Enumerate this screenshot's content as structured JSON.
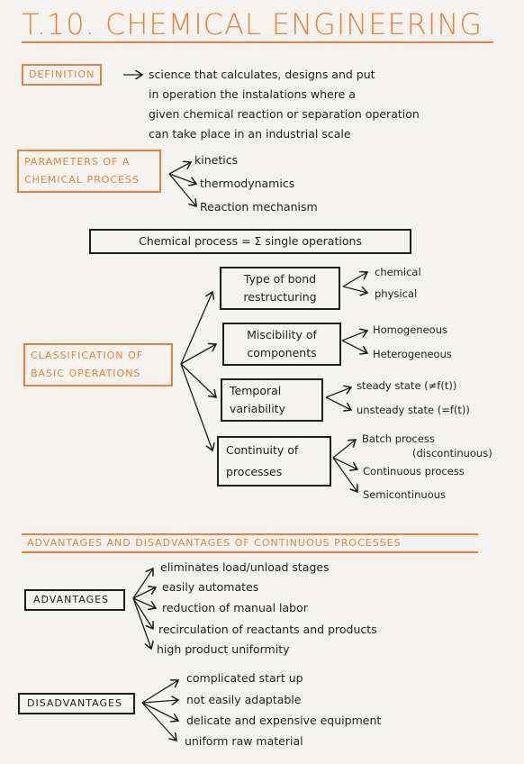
{
  "title": "T.10. CHEMICAL ENGINEERING",
  "definition": {
    "label": "DEFINITION",
    "text_lines": [
      "science that calculates, designs and put",
      "in operation the instalations where a",
      "given chemical reaction or separation operation",
      "can take place in an industrial scale"
    ]
  },
  "parameters": {
    "label_lines": [
      "PARAMETERS OF A",
      "CHEMICAL PROCESS"
    ],
    "items": [
      "kinetics",
      "thermodynamics",
      "Reaction mechanism"
    ]
  },
  "formula": "Chemical process = Σ single operations",
  "classification": {
    "label_lines": [
      "CLASSIFICATION OF",
      "BASIC OPERATIONS"
    ],
    "groups": [
      {
        "label_lines": [
          "Type of bond",
          "restructuring"
        ],
        "items": [
          "chemical",
          "physical"
        ]
      },
      {
        "label_lines": [
          "Miscibility of",
          "components"
        ],
        "items": [
          "Homogeneous",
          "Heterogeneous"
        ]
      },
      {
        "label_lines": [
          "Temporal",
          "variability"
        ],
        "items": [
          "steady state (≠f(t))",
          "unsteady state (=f(t))"
        ]
      },
      {
        "label_lines": [
          "Continuity of",
          "processes"
        ],
        "items": [
          "Batch process",
          "(discontinuous)",
          "Continuous process",
          "Semicontinuous"
        ]
      }
    ]
  },
  "adv_title": "ADVANTAGES AND DISADVANTAGES OF CONTINUOUS PROCESSES",
  "advantages": {
    "label": "ADVANTAGES",
    "items": [
      "eliminates load/unload stages",
      "easily automates",
      "reduction of manual labor",
      "recirculation of reactants and products",
      "high product uniformity"
    ]
  },
  "disadvantages": {
    "label": "DISADVANTAGES",
    "items": [
      "complicated start up",
      "not easily adaptable",
      "delicate and expensive equipment",
      "uniform raw material"
    ]
  },
  "colors": {
    "accent": "#e8823a",
    "ink": "#1f1f1f",
    "paper": "#f4f3ef"
  }
}
